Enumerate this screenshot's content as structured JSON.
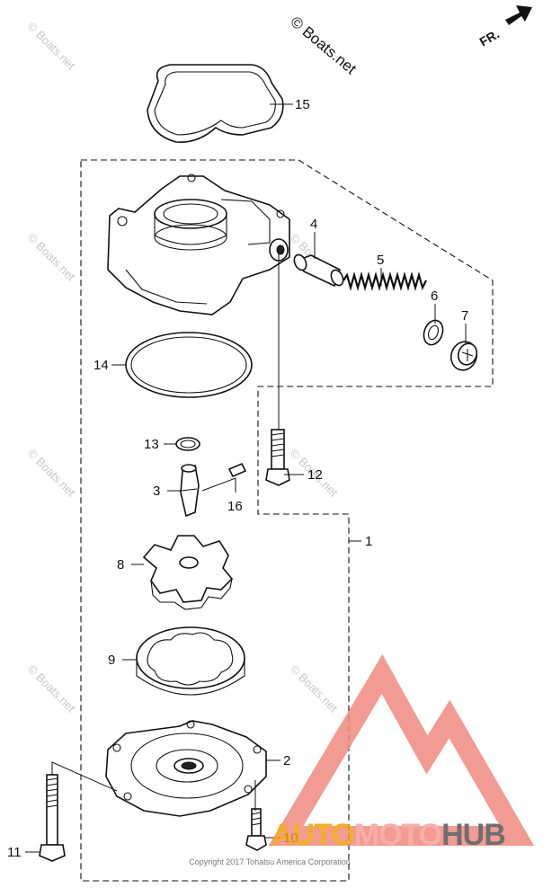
{
  "copyright_mark": "© Boats.net",
  "direction_label": "FR.",
  "footer_copyright": "Copyright 2017 Tohatsu America Corporation",
  "watermark": {
    "text": "© Boats.net",
    "color": "#c8c8c8"
  },
  "logo": {
    "text": "AUTOMOTOHUB",
    "part_auto": "AUTO",
    "part_moto": "MOTO",
    "part_hub": "HUB",
    "colors": {
      "triangle": "#f08a80",
      "auto": "#f0a000",
      "moto": "#f5a09a",
      "hub": "#555555"
    }
  },
  "callouts": [
    {
      "id": "1",
      "label": "1"
    },
    {
      "id": "2",
      "label": "2"
    },
    {
      "id": "3",
      "label": "3"
    },
    {
      "id": "4",
      "label": "4"
    },
    {
      "id": "5",
      "label": "5"
    },
    {
      "id": "6",
      "label": "6"
    },
    {
      "id": "7",
      "label": "7"
    },
    {
      "id": "8",
      "label": "8"
    },
    {
      "id": "9",
      "label": "9"
    },
    {
      "id": "10",
      "label": "10"
    },
    {
      "id": "11",
      "label": "11"
    },
    {
      "id": "12",
      "label": "12"
    },
    {
      "id": "13",
      "label": "13"
    },
    {
      "id": "14",
      "label": "14"
    },
    {
      "id": "15",
      "label": "15"
    },
    {
      "id": "16",
      "label": "16"
    }
  ]
}
